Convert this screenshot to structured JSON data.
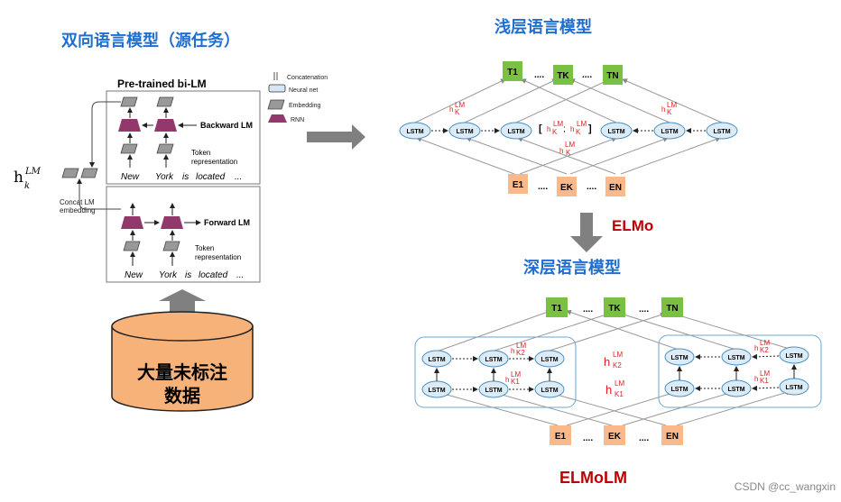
{
  "titles": {
    "left": "双向语言模型（源任务）",
    "shallow": "浅层语言模型",
    "deep": "深层语言模型",
    "elmo": "ELMo",
    "elmolm": "ELMoLM"
  },
  "bilm": {
    "title": "Pre-trained bi-LM",
    "backward_label": "Backward LM",
    "forward_label": "Forward LM",
    "token_repr": "Token representation",
    "concat_label": "Concat LM embedding",
    "hk_label": "h",
    "hk_sub": "k",
    "hk_sup": "LM",
    "words": [
      "New",
      "York",
      "is",
      "located",
      "..."
    ]
  },
  "legend": [
    {
      "label": "Concatenation",
      "icon": "concat-icon"
    },
    {
      "label": "Neural net",
      "icon": "neural-net-icon"
    },
    {
      "label": "Embedding",
      "icon": "embedding-icon"
    },
    {
      "label": "RNN",
      "icon": "rnn-icon"
    }
  ],
  "corpus": {
    "line1": "大量未标注",
    "line2": "数据"
  },
  "shallow": {
    "t_nodes": [
      "T1",
      "TK",
      "TN"
    ],
    "e_nodes": [
      "E1",
      "EK",
      "EN"
    ],
    "dots": "....",
    "lstm": "LSTM",
    "h_label": "h",
    "h_sub": "K",
    "h_sup": "LM",
    "concat_text": "[ h_K^LM ; h_K^LM ]"
  },
  "deep": {
    "t_nodes": [
      "T1",
      "TK",
      "TN"
    ],
    "e_nodes": [
      "E1",
      "EK",
      "EN"
    ],
    "dots": "....",
    "lstm": "LSTM",
    "hk2": "h",
    "hk2_sub": "K2",
    "hk1": "h",
    "hk1_sub": "K1",
    "h_sup": "LM"
  },
  "watermark": "CSDN @cc_wangxin",
  "colors": {
    "title_blue": "#1f6fd0",
    "title_red": "#c00000",
    "t_green": "#7ac143",
    "e_orange": "#f9b98a",
    "lstm_fill": "#dcebf5",
    "lstm_stroke": "#4a90c2",
    "rnn_purple": "#93386b",
    "arrow_gray": "#808080",
    "corpus_orange": "#f7b27a"
  }
}
